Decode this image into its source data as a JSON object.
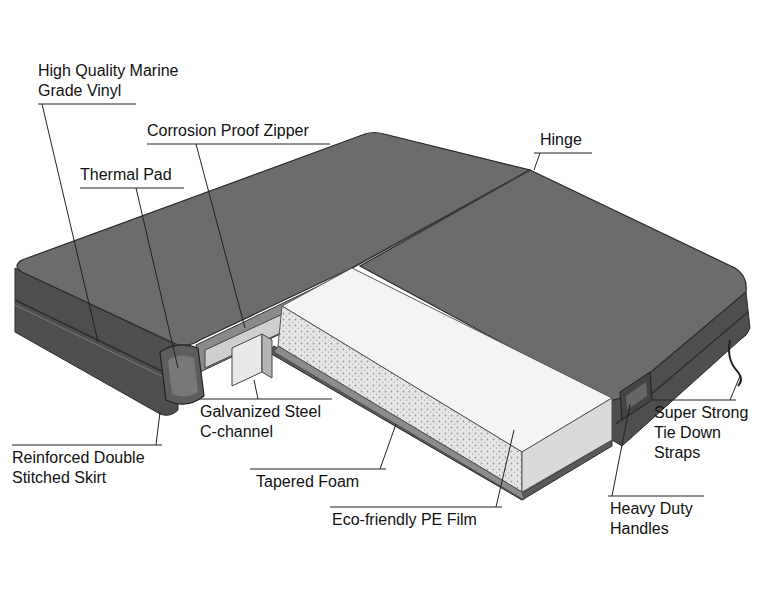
{
  "diagram": {
    "labels": [
      "High Quality Marine Grade Vinyl",
      "Corrosion Proof Zipper",
      "Hinge",
      "Thermal Pad",
      "Galvanized Steel C-channel",
      "Reinforced Double Stitched Skirt",
      "Tapered Foam",
      "Eco-friendly PE Film",
      "Super Strong Tie Down Straps",
      "Heavy Duty Handles"
    ]
  }
}
